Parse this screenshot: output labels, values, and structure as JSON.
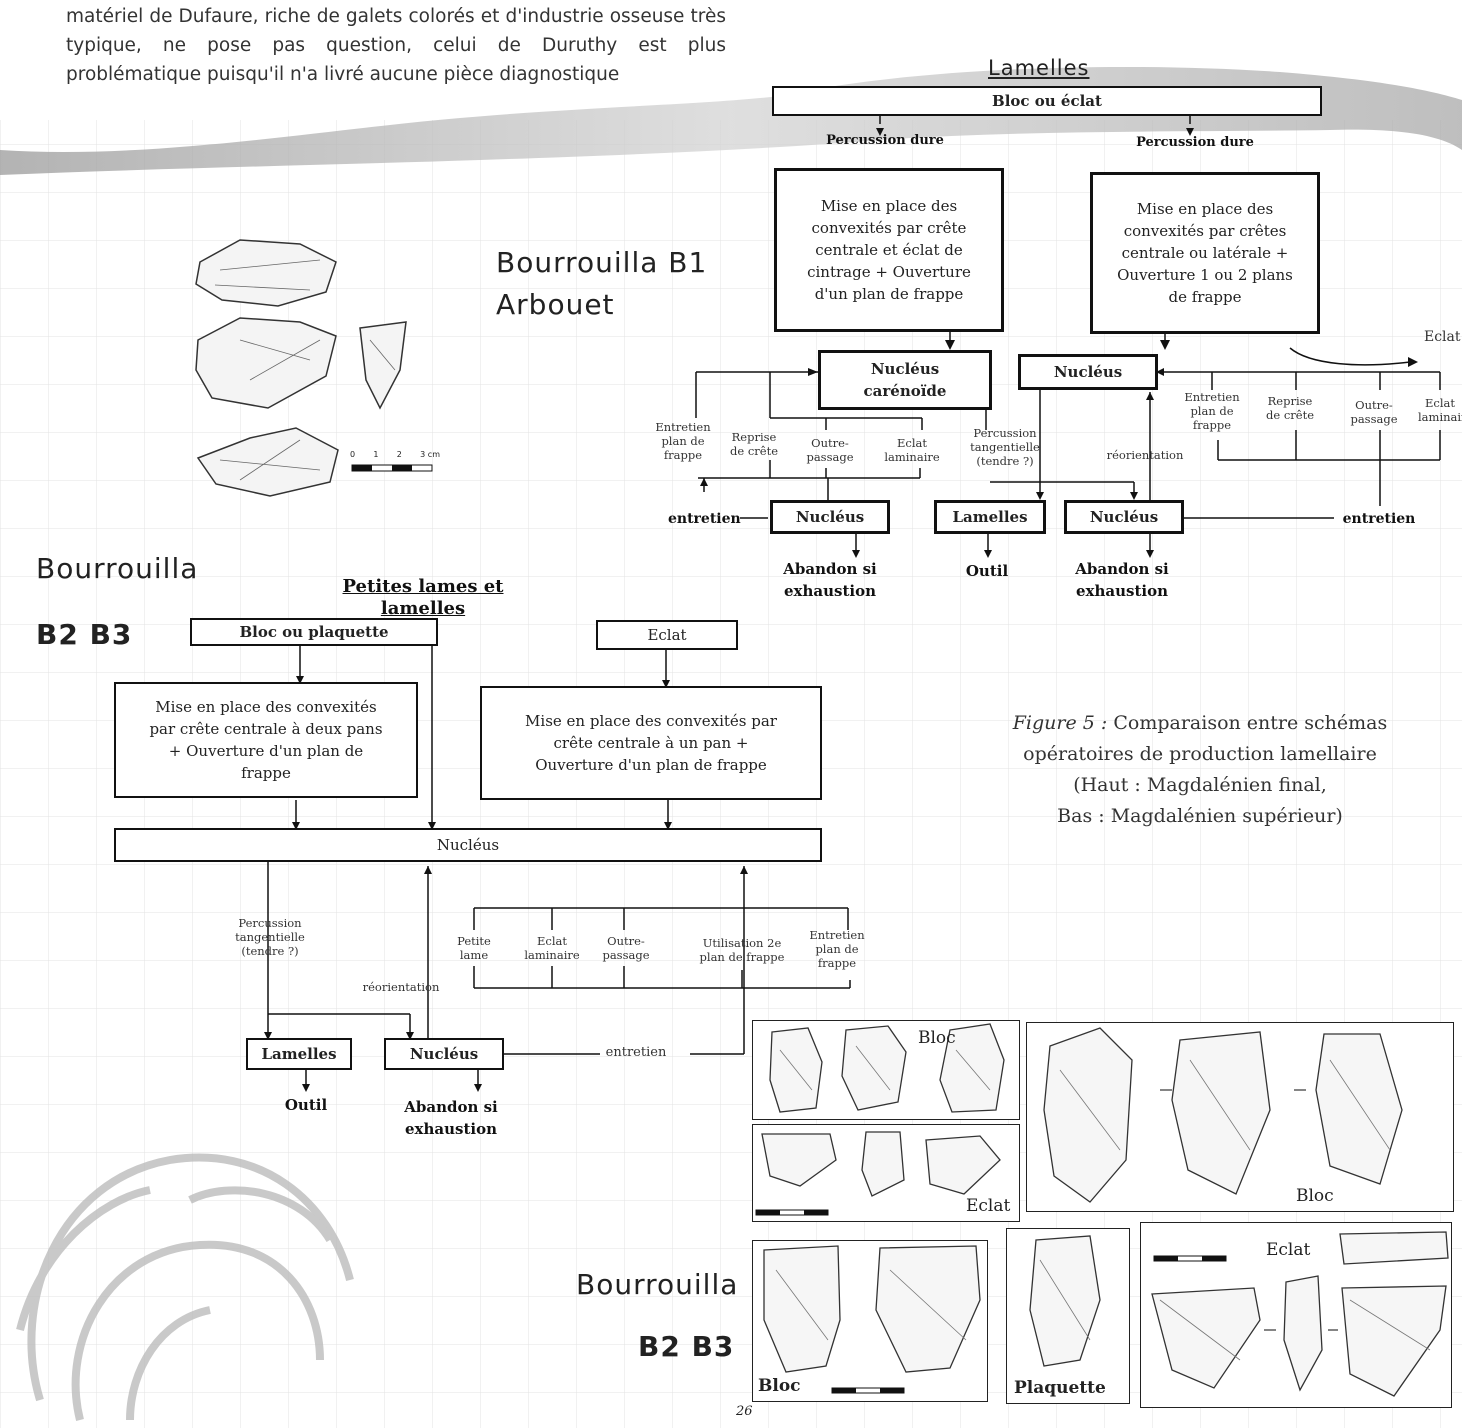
{
  "intro_text": "matériel de Dufaure, riche de galets colorés et d'industrie osseuse très typique, ne pose pas question, celui de Duruthy est plus problématique puisqu'il n'a livré aucune pièce diagnostique",
  "handwritten": {
    "lamelles": "Lamelles",
    "bourrouilla_b1": "Bourrouilla B1",
    "arbouet": "Arbouet",
    "bourrouilla_1": "Bourrouilla",
    "b2b3_1": "B2 B3",
    "bourrouilla_2": "Bourrouilla",
    "b2b3_2": "B2 B3"
  },
  "scale_bar": [
    "0",
    "1",
    "2",
    "3 cm"
  ],
  "top_diagram": {
    "start": "Bloc ou éclat",
    "percussion_left": "Percussion dure",
    "percussion_right": "Percussion dure",
    "left_box": "Mise en place des convexités par crête centrale et éclat de cintrage + Ouverture d'un plan de frappe",
    "right_box": "Mise en place des convexités par crêtes centrale ou latérale + Ouverture 1 ou 2 plans de frappe",
    "eclat_arrow": "Eclat",
    "nucleus_carenoide": "Nucléus carénoïde",
    "nucleus_right": "Nucléus",
    "left_maint": [
      "Entretien plan de frappe",
      "Reprise de crête",
      "Outre-passage",
      "Eclat laminaire"
    ],
    "right_maint": [
      "Entretien plan de frappe",
      "Reprise de crête",
      "Outre-passage",
      "Eclat laminaire"
    ],
    "percussion_tangentielle": "Percussion tangentielle (tendre ?)",
    "reorientation": "réorientation",
    "entretien_left": "entretien",
    "entretien_right": "entretien",
    "nucleus_bottom_left": "Nucléus",
    "lamelles": "Lamelles",
    "nucleus_bottom_right": "Nucléus",
    "abandon_left": "Abandon si exhaustion",
    "outil": "Outil",
    "abandon_right": "Abandon si exhaustion"
  },
  "bottom_diagram": {
    "title": "Petites lames et lamelles",
    "start_left": "Bloc ou plaquette",
    "start_right": "Eclat",
    "left_box": "Mise en place des convexités par crête centrale à deux pans + Ouverture d'un plan de frappe",
    "right_box": "Mise en place des convexités par crête centrale à un pan + Ouverture d'un plan de frappe",
    "nucleus": "Nucléus",
    "percussion_tangentielle": "Percussion tangentielle (tendre ?)",
    "reorientation": "réorientation",
    "maint": [
      "Petite lame",
      "Eclat laminaire",
      "Outre-passage",
      "Utilisation 2e plan de frappe",
      "Entretien plan de frappe"
    ],
    "lamelles": "Lamelles",
    "nucleus_bottom": "Nucléus",
    "entretien": "entretien",
    "outil": "Outil",
    "abandon": "Abandon si exhaustion"
  },
  "caption": {
    "label": "Figure 5 :",
    "line1": "Comparaison entre schémas",
    "line2": "opératoires de production lamellaire",
    "line3": "(Haut : Magdalénien final,",
    "line4": "Bas : Magdalénien supérieur)"
  },
  "panels": {
    "bloc_1": "Bloc",
    "eclat_1": "Eclat",
    "bloc_2": "Bloc",
    "bloc_3": "Bloc",
    "plaquette": "Plaquette",
    "eclat_2": "Eclat"
  },
  "page_number": "26"
}
